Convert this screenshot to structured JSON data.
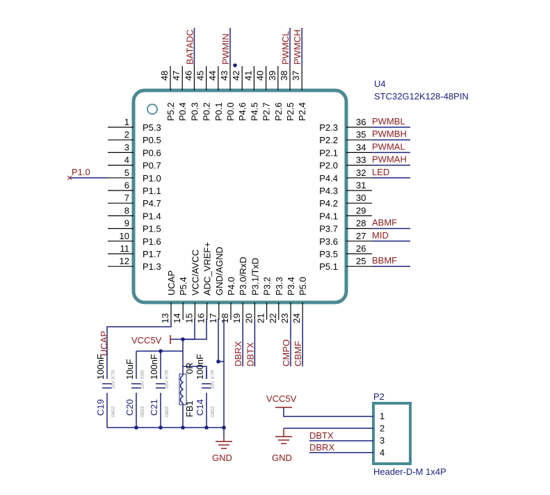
{
  "ic": {
    "designator": "U4",
    "part": "STC32G12K128-48PIN",
    "left_pins": [
      {
        "num": "1",
        "name": "P5.3",
        "net": ""
      },
      {
        "num": "2",
        "name": "P0.5",
        "net": ""
      },
      {
        "num": "3",
        "name": "P0.6",
        "net": ""
      },
      {
        "num": "4",
        "name": "P0.7",
        "net": ""
      },
      {
        "num": "5",
        "name": "P1.0",
        "net": "P1.0"
      },
      {
        "num": "6",
        "name": "P1.1",
        "net": ""
      },
      {
        "num": "7",
        "name": "P4.7",
        "net": ""
      },
      {
        "num": "8",
        "name": "P1.4",
        "net": ""
      },
      {
        "num": "9",
        "name": "P1.5",
        "net": ""
      },
      {
        "num": "10",
        "name": "P1.6",
        "net": ""
      },
      {
        "num": "11",
        "name": "P1.7",
        "net": ""
      },
      {
        "num": "12",
        "name": "P1.3",
        "net": ""
      }
    ],
    "right_pins": [
      {
        "num": "36",
        "name": "P2.3",
        "net": "PWMBL"
      },
      {
        "num": "35",
        "name": "P2.2",
        "net": "PWMBH"
      },
      {
        "num": "34",
        "name": "P2.1",
        "net": "PWMAL"
      },
      {
        "num": "33",
        "name": "P2.0",
        "net": "PWMAH"
      },
      {
        "num": "32",
        "name": "P4.4",
        "net": "LED"
      },
      {
        "num": "31",
        "name": "P4.3",
        "net": ""
      },
      {
        "num": "30",
        "name": "P4.2",
        "net": ""
      },
      {
        "num": "29",
        "name": "P4.1",
        "net": ""
      },
      {
        "num": "28",
        "name": "P3.7",
        "net": "ABMF"
      },
      {
        "num": "27",
        "name": "P3.6",
        "net": "MID"
      },
      {
        "num": "26",
        "name": "P3.5",
        "net": ""
      },
      {
        "num": "25",
        "name": "P5.1",
        "net": "BBMF"
      }
    ],
    "top_pins": [
      {
        "num": "48",
        "name": "P5.2",
        "net": ""
      },
      {
        "num": "47",
        "name": "P0.4",
        "net": ""
      },
      {
        "num": "46",
        "name": "P0.3",
        "net": "BATADC"
      },
      {
        "num": "45",
        "name": "P0.2",
        "net": ""
      },
      {
        "num": "44",
        "name": "P0.1",
        "net": ""
      },
      {
        "num": "43",
        "name": "P0.0",
        "net": "PWMIN"
      },
      {
        "num": "42",
        "name": "P4.6",
        "net": ""
      },
      {
        "num": "41",
        "name": "P4.5",
        "net": ""
      },
      {
        "num": "40",
        "name": "P2.7",
        "net": ""
      },
      {
        "num": "39",
        "name": "P2.6",
        "net": ""
      },
      {
        "num": "38",
        "name": "P2.5",
        "net": "PWMCL"
      },
      {
        "num": "37",
        "name": "P2.4",
        "net": "PWMCH"
      }
    ],
    "bottom_pins": [
      {
        "num": "13",
        "name": "UCAP",
        "net": ""
      },
      {
        "num": "14",
        "name": "P5.4",
        "net": ""
      },
      {
        "num": "15",
        "name": "VCC/AVCC",
        "net": ""
      },
      {
        "num": "16",
        "name": "ADC_VREF+",
        "net": ""
      },
      {
        "num": "17",
        "name": "GND/AGND",
        "net": ""
      },
      {
        "num": "18",
        "name": "P4.0",
        "net": ""
      },
      {
        "num": "19",
        "name": "P3.0/RxD",
        "net": "DBRX"
      },
      {
        "num": "20",
        "name": "P3.1/TxD",
        "net": "DBTX"
      },
      {
        "num": "21",
        "name": "P3.2",
        "net": ""
      },
      {
        "num": "22",
        "name": "P3.3",
        "net": ""
      },
      {
        "num": "23",
        "name": "P3.4",
        "net": "CMPO"
      },
      {
        "num": "24",
        "name": "P5.0",
        "net": "CBMF"
      }
    ]
  },
  "ucap_net": "UCAP",
  "vcc_label": "VCC5V",
  "gnd_label": "GND",
  "caps": [
    {
      "ref": "C19",
      "value": "100nF",
      "spec": "16V X7R",
      "pkg": "0402"
    },
    {
      "ref": "C20",
      "value": "10uF",
      "spec": "10V X5R",
      "pkg": "0603"
    },
    {
      "ref": "C21",
      "value": "100nF",
      "spec": "16V X7R",
      "pkg": "0402"
    },
    {
      "ref": "C14",
      "value": "100nF",
      "spec": "16V X7R",
      "pkg": "0402"
    }
  ],
  "ferrite": {
    "ref": "FB1",
    "value": "0R"
  },
  "header": {
    "ref": "P2",
    "part": "Header-D-M 1x4P",
    "pins": [
      "1",
      "2",
      "3",
      "4"
    ],
    "vcc": "VCC5V",
    "gnd": "GND",
    "net3": "DBTX",
    "net4": "DBRX"
  },
  "colors": {
    "wire": "#1a237e",
    "net": "#8b1a1a",
    "body": "#4a8a93"
  }
}
